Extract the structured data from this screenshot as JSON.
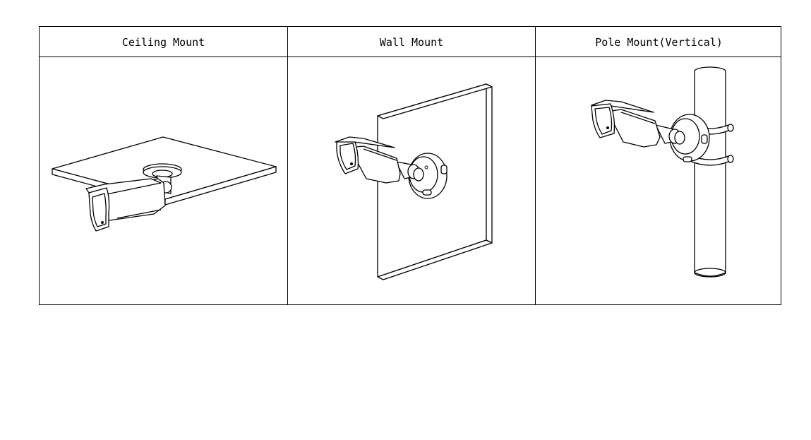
{
  "table": {
    "columns": [
      {
        "label": "Ceiling Mount",
        "illustration": "camera-on-ceiling"
      },
      {
        "label": "Wall Mount",
        "illustration": "camera-on-wall"
      },
      {
        "label": "Pole Mount(Vertical)",
        "illustration": "camera-on-pole"
      }
    ]
  },
  "colors": {
    "line": "#000000",
    "background": "#ffffff"
  }
}
